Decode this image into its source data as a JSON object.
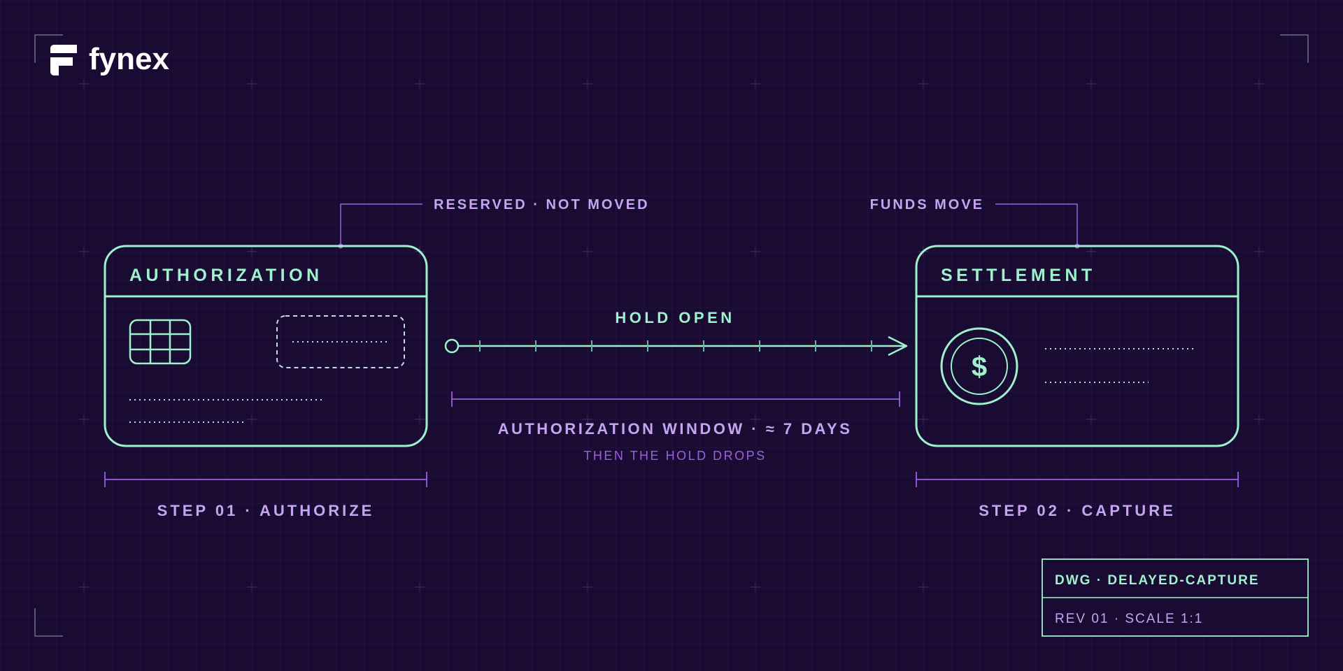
{
  "brand": {
    "name": "fynex",
    "logo_icon": "fynex-f-logo-icon"
  },
  "colors": {
    "background": "#1a0b33",
    "accent_mint": "#9df2cc",
    "accent_lavender": "#c7a4f2",
    "accent_purple": "#9a5fe0"
  },
  "callouts": {
    "authorization": "RESERVED · NOT MOVED",
    "settlement": "FUNDS MOVE"
  },
  "cards": {
    "authorization": {
      "title": "AUTHORIZATION",
      "icon": "card-chip-icon"
    },
    "settlement": {
      "title": "SETTLEMENT",
      "icon": "dollar-coin-icon",
      "coin_symbol": "$"
    }
  },
  "flow": {
    "arrow_label": "HOLD OPEN",
    "window_label": "AUTHORIZATION WINDOW · ≈ 7 DAYS",
    "window_sublabel": "THEN THE HOLD DROPS"
  },
  "steps": {
    "step1": "STEP 01 · AUTHORIZE",
    "step2": "STEP 02 · CAPTURE"
  },
  "title_block": {
    "drawing": "DWG · DELAYED-CAPTURE",
    "revision": "REV 01 · SCALE 1:1"
  }
}
